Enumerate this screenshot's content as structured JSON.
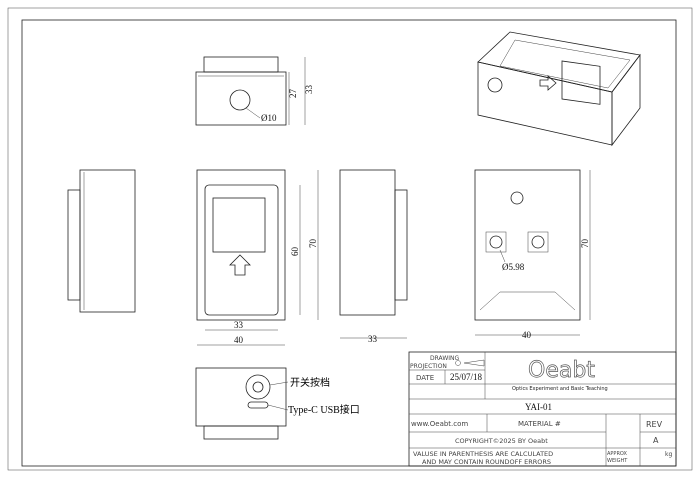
{
  "drawing": {
    "top_view": {
      "dim_inner_height": "27",
      "dim_total_height": "33",
      "hole_diameter": "Ø10"
    },
    "front_view": {
      "dim_panel_width": "33",
      "dim_width": "40",
      "dim_panel_height": "60",
      "dim_height": "70"
    },
    "side_view": {
      "dim_depth": "33"
    },
    "back_view": {
      "dim_height": "70",
      "dim_width": "40",
      "hole_diameter": "Ø5.98"
    },
    "bottom_view": {
      "switch_label": "开关按档",
      "usb_label": "Type-C USB接口"
    }
  },
  "title_block": {
    "drawing_label": "DRAWING",
    "projection_label": "PROJECTION",
    "date_label": "DATE",
    "date_value": "25/07/18",
    "logo_text": "Oeabt",
    "logo_tagline": "Optics Experiment and Basic Teaching",
    "part_number": "YAI-01",
    "website": "www.Oeabt.com",
    "material_label": "MATERIAL #",
    "rev_label": "REV",
    "rev_value": "A",
    "copyright": "COPYRIGHT©2025 BY Oeabt",
    "note_line1": "VALUSE IN PARENTHESIS ARE CALCULATED",
    "note_line2": "AND MAY CONTAIN ROUNDOFF ERRORS",
    "approx_weight_label1": "APPROX",
    "approx_weight_label2": "WEIGHT",
    "weight_unit": "kg"
  }
}
